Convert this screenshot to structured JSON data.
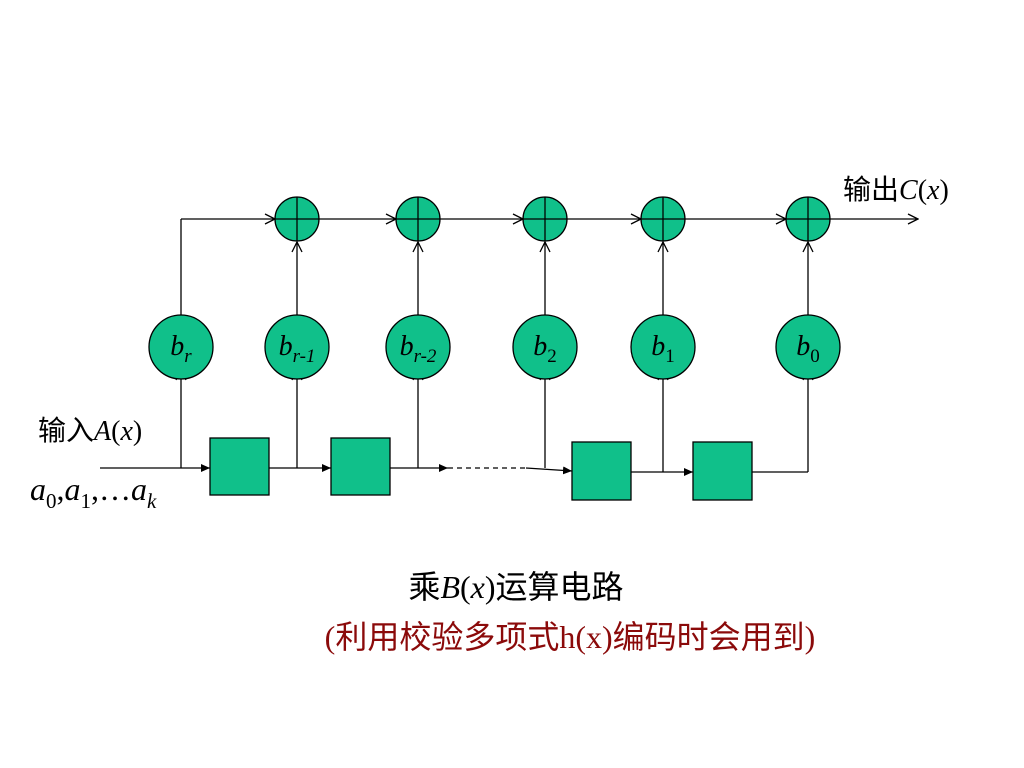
{
  "output_label": {
    "text": "输出",
    "var": "C",
    "arg": "x"
  },
  "input_label": {
    "text": "输入",
    "var": "A",
    "arg": "x"
  },
  "input_sequence": {
    "terms": [
      {
        "base": "a",
        "sub": "0"
      },
      {
        "base": "a",
        "sub": "1"
      },
      {
        "base": "a",
        "sub": "k"
      }
    ],
    "separator": ",",
    "ellipsis": "…"
  },
  "coefficients": [
    {
      "base": "b",
      "sub": "r"
    },
    {
      "base": "b",
      "sub": "r-1"
    },
    {
      "base": "b",
      "sub": "r-2"
    },
    {
      "base": "b",
      "sub": "2"
    },
    {
      "base": "b",
      "sub": "1"
    },
    {
      "base": "b",
      "sub": "0"
    }
  ],
  "caption": {
    "line1_prefix": "乘",
    "line1_var": "B",
    "line1_arg": "(x)",
    "line1_suffix": "运算电路",
    "line2": "(利用校验多项式h(x)编码时会用到)"
  },
  "colors": {
    "node_fill": "#10c08a",
    "caption_line2": "#8b0a0a"
  }
}
